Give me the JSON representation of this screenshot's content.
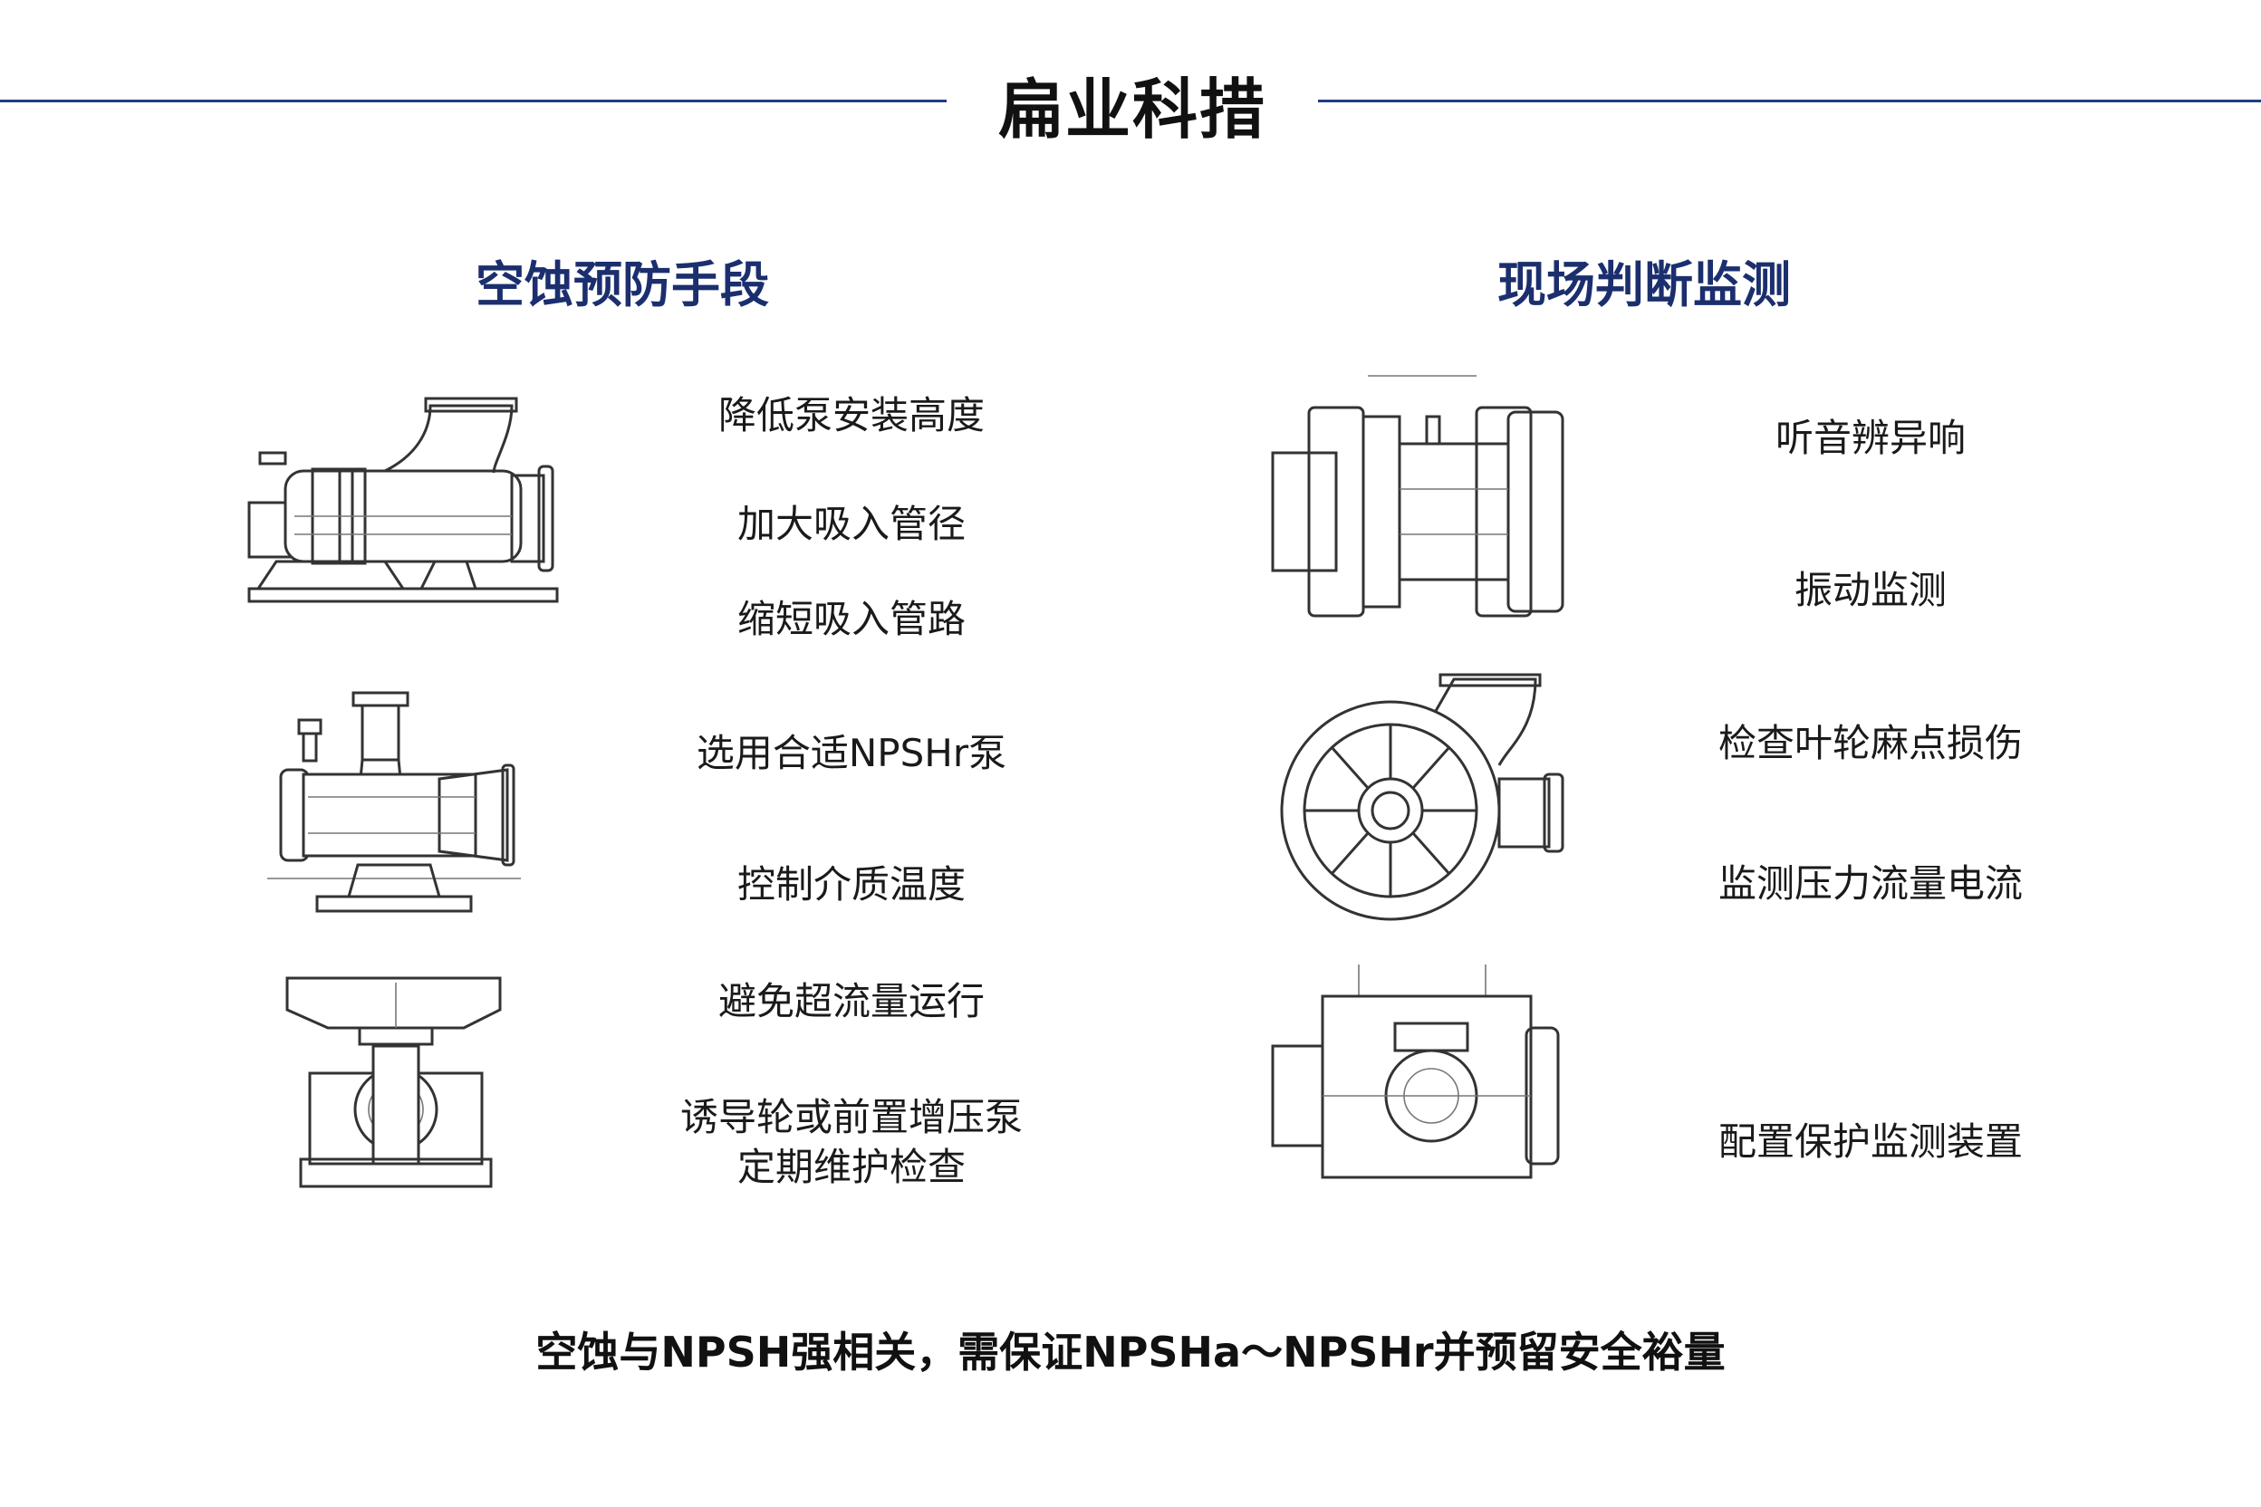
{
  "header": {
    "title": "扁业科措"
  },
  "left_column": {
    "heading": "空蚀预防手段",
    "items": [
      "降低泵安装高度",
      "加大吸入管径",
      "缩短吸入管路",
      "选用合适NPSHr泵",
      "控制介质温度",
      "避免超流量运行",
      "诱导轮或前置增压泵",
      "定期维护检查"
    ]
  },
  "right_column": {
    "heading": "现场判断监测",
    "items": [
      "听音辨异响",
      "振动监测",
      "检查叶轮麻点损伤",
      "监测压力流量电流",
      "配置保护监测装置"
    ]
  },
  "footer": {
    "summary": "空蚀与NPSH强相关，需保证NPSHa～NPSHr并预留安全裕量"
  },
  "colors": {
    "accent": "#1f3f86",
    "heading": "#1b2f6e",
    "text": "#1a1a1a"
  }
}
